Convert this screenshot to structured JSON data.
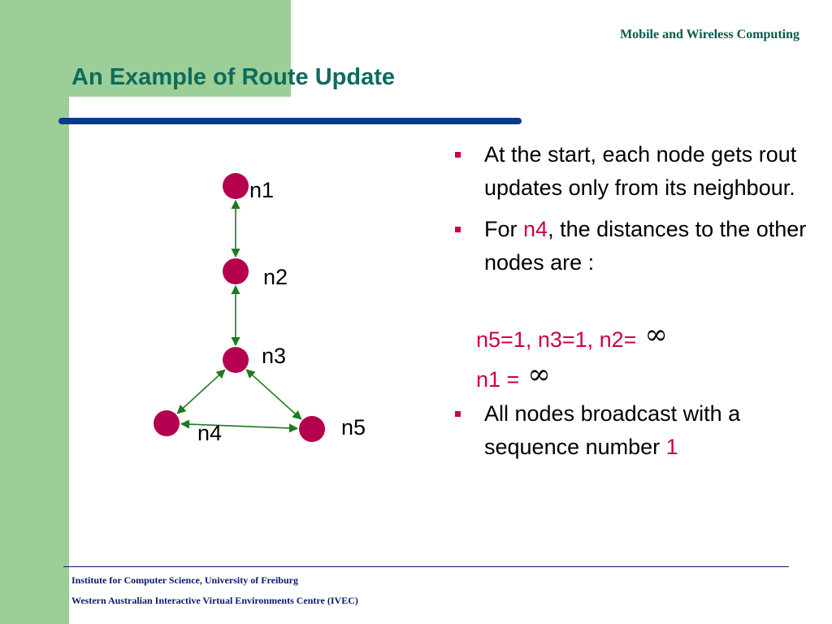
{
  "colors": {
    "green": "#9ccf97",
    "navy": "#0b3a8c",
    "title": "#0d6b5c",
    "header": "#0a5a4a",
    "accent": "#cc0044",
    "node": "#b4004e",
    "edge": "#1f7a1f",
    "footer": "#0a1a6b"
  },
  "header": {
    "text": "Mobile and Wireless Computing"
  },
  "title": "An Example of Route Update",
  "bullets": {
    "b1": "At the start, each node gets rout updates only from its neighbour.",
    "b2_prefix": "For ",
    "b2_node": "n4",
    "b2_suffix": ", the distances to the other nodes are :",
    "b3_prefix": "All nodes broadcast with a sequence number ",
    "b3_number": "1"
  },
  "sub_lines": {
    "line1": "n5=1, n3=1, n2=",
    "line2": "n1 =",
    "infinity": "∞"
  },
  "diagram": {
    "nodes": [
      {
        "id": "n1",
        "label": "n1"
      },
      {
        "id": "n2",
        "label": "n2"
      },
      {
        "id": "n3",
        "label": "n3"
      },
      {
        "id": "n4",
        "label": "n4"
      },
      {
        "id": "n5",
        "label": "n5"
      }
    ],
    "edges": [
      [
        "n1",
        "n2"
      ],
      [
        "n2",
        "n3"
      ],
      [
        "n3",
        "n4"
      ],
      [
        "n3",
        "n5"
      ],
      [
        "n4",
        "n5"
      ]
    ]
  },
  "footer": {
    "line1": "Institute for Computer Science, University of Freiburg",
    "line2": "Western Australian Interactive Virtual Environments Centre (IVEC)"
  }
}
